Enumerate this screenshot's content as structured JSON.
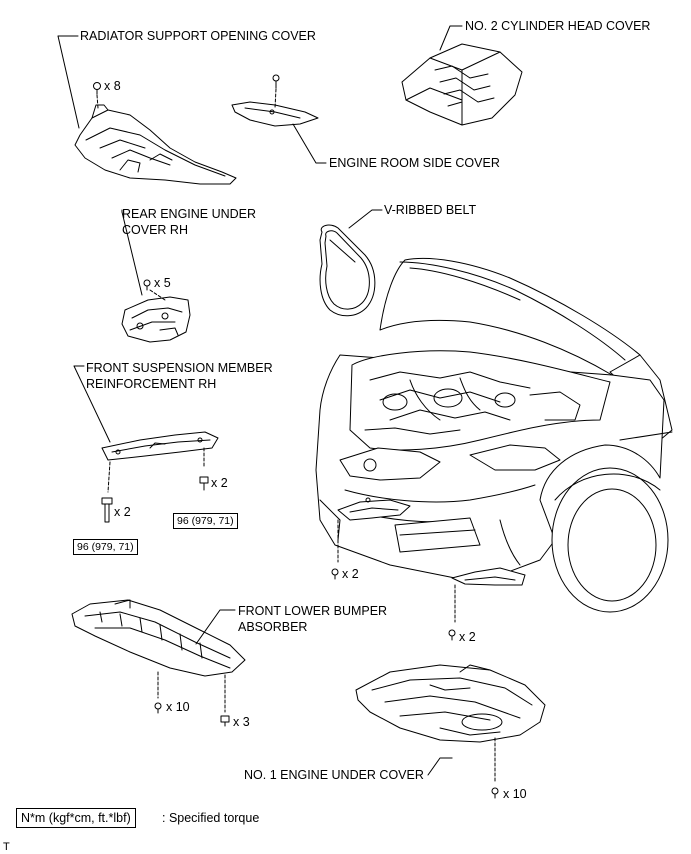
{
  "labels": {
    "radiator_support_opening_cover": "RADIATOR SUPPORT OPENING COVER",
    "no2_cylinder_head_cover": "NO. 2 CYLINDER HEAD COVER",
    "engine_room_side_cover": "ENGINE ROOM SIDE COVER",
    "rear_engine_under_cover_rh_line1": "REAR ENGINE UNDER",
    "rear_engine_under_cover_rh_line2": "COVER RH",
    "v_ribbed_belt": "V-RIBBED BELT",
    "front_suspension_member_line1": "FRONT SUSPENSION MEMBER",
    "front_suspension_member_line2": "REINFORCEMENT RH",
    "front_lower_bumper_absorber_line1": "FRONT LOWER BUMPER",
    "front_lower_bumper_absorber_line2": "ABSORBER",
    "no1_engine_under_cover": "NO. 1 ENGINE UNDER COVER"
  },
  "counts": {
    "radiator_clips": "x 8",
    "rear_cover_clips": "x 5",
    "suspension_bolts_right": "x 2",
    "suspension_bolts_left": "x 2",
    "car_clips_left": "x 2",
    "car_clips_right": "x 2",
    "absorber_clips": "x 10",
    "absorber_screws": "x 3",
    "under_cover_clips": "x 10"
  },
  "torques": {
    "suspension_right": "96 (979, 71)",
    "suspension_left": "96 (979, 71)"
  },
  "legend": {
    "unit": "N*m (kgf*cm, ft.*lbf)",
    "description": ": Specified torque"
  },
  "corner_mark": "T"
}
